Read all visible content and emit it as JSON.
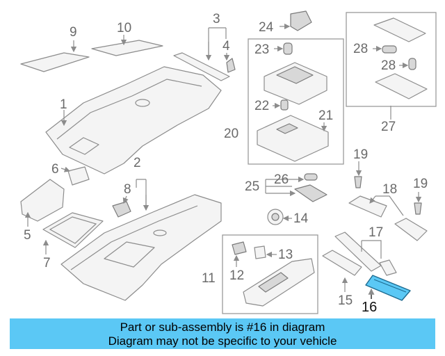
{
  "callouts": [
    "1",
    "2",
    "3",
    "4",
    "5",
    "6",
    "7",
    "8",
    "9",
    "10",
    "11",
    "12",
    "13",
    "14",
    "15",
    "16",
    "17",
    "18",
    "19",
    "19",
    "20",
    "21",
    "22",
    "23",
    "24",
    "25",
    "26",
    "27",
    "28",
    "28"
  ],
  "highlight_part": "16",
  "highlight_color": "#5bc8f5",
  "caption": {
    "line1": "Part or sub-assembly is #16 in diagram",
    "line2": "Diagram may not be specific to your vehicle"
  }
}
